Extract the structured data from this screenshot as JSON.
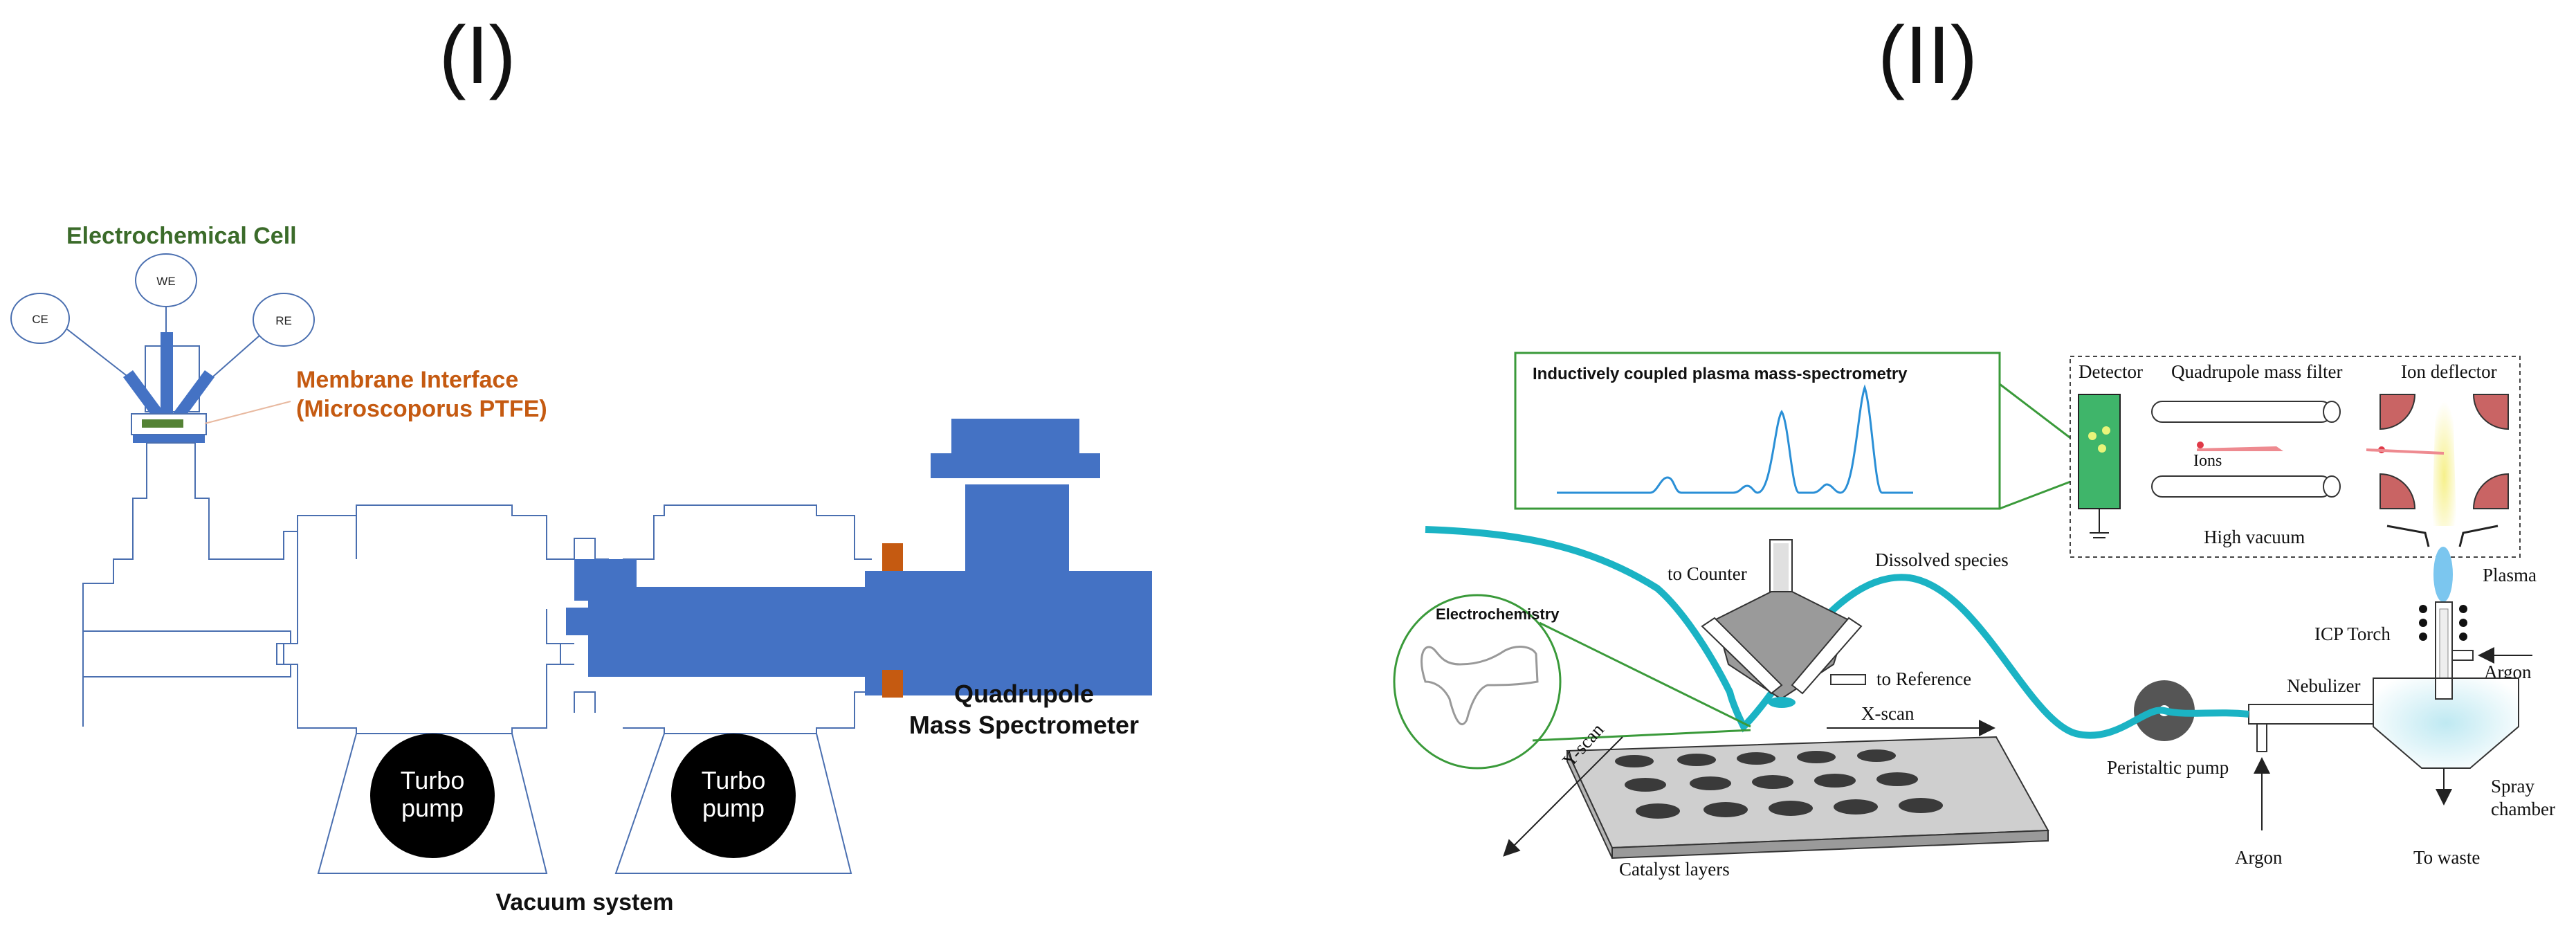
{
  "panel_labels": {
    "left": "(I)",
    "right": "(II)"
  },
  "panel_I": {
    "cell_title": "Electrochemical Cell",
    "electrodes": {
      "ce": "CE",
      "we": "WE",
      "re": "RE"
    },
    "membrane_line1": "Membrane Interface",
    "membrane_line2": "(Microscoporus PTFE)",
    "pump_line1": "Turbo",
    "pump_line2": "pump",
    "qms_line1": "Quadrupole",
    "qms_line2": "Mass Spectrometer",
    "vacuum_label": "Vacuum system",
    "colors": {
      "cell_title": "#3b6b2a",
      "membrane_text": "#c55a11",
      "ms_body": "#4472c4",
      "flange": "#c55a11",
      "membrane": "#548235"
    }
  },
  "panel_II": {
    "icpms_title": "Inductively coupled plasma mass-spectrometry",
    "ms_box": {
      "detector": "Detector",
      "quadrupole": "Quadrupole mass filter",
      "ion_deflector": "Ion deflector",
      "ions": "Ions",
      "high_vacuum": "High vacuum"
    },
    "plasma": "Plasma",
    "icp_torch": "ICP Torch",
    "argon_torch": "Argon",
    "argon_nebulizer": "Argon",
    "nebulizer": "Nebulizer",
    "spray_line1": "Spray",
    "spray_line2": "chamber",
    "to_waste": "To waste",
    "peristaltic_pump": "Peristaltic pump",
    "to_counter": "to Counter",
    "dissolved_species": "Dissolved species",
    "to_reference": "to Reference",
    "electrochemistry": "Electrochemistry",
    "x_scan": "X-scan",
    "y_scan": "Y-scan",
    "catalyst_layers": "Catalyst layers",
    "colors": {
      "tube": "#1bb3c4",
      "frame": "#3a9a3a",
      "spectrum": "#2a8fd6",
      "detector": "#3fb56a",
      "deflector": "#c96464"
    }
  }
}
